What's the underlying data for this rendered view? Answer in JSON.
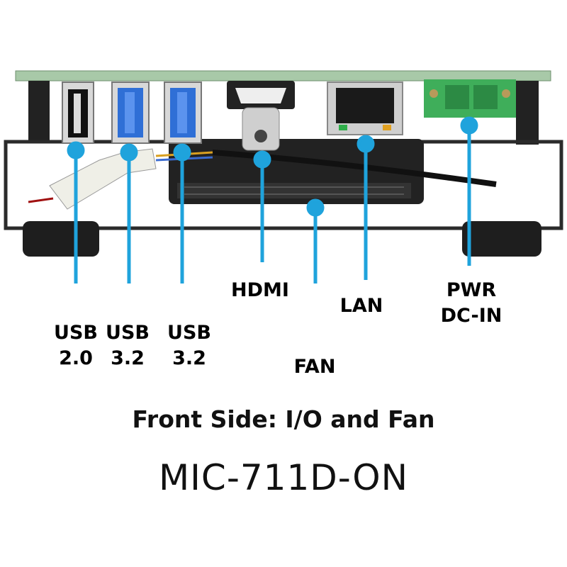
{
  "labels": {
    "usb20": [
      "USB",
      "2.0"
    ],
    "usb32a": [
      "USB",
      "3.2"
    ],
    "usb32b": [
      "USB",
      "3.2"
    ],
    "hdmi": "HDMI",
    "lan": "LAN",
    "fan": "FAN",
    "pwr": [
      "PWR",
      "DC-IN"
    ]
  },
  "caption": "Front Side: I/O and Fan",
  "model": "MIC-711D-ON",
  "colors": {
    "callout": "#1fa3dc",
    "pcb": "#a8c9a8",
    "chassis": "#2b2b2b",
    "usb3": "#2f6fd6",
    "terminal": "#3fae5a"
  }
}
